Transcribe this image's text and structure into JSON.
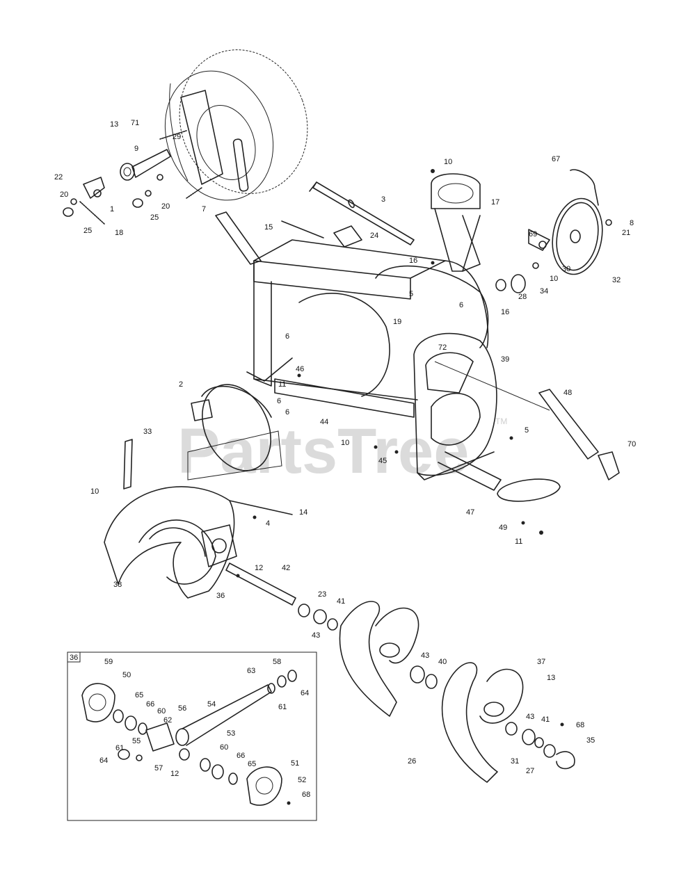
{
  "watermark": {
    "text": "PartsTree",
    "tm": "TM"
  },
  "inset": {
    "label": "36"
  },
  "callouts": [
    {
      "text": "13"
    },
    {
      "text": "71"
    },
    {
      "text": "9"
    },
    {
      "text": "29"
    },
    {
      "text": "22"
    },
    {
      "text": "20"
    },
    {
      "text": "1"
    },
    {
      "text": "18"
    },
    {
      "text": "25"
    },
    {
      "text": "20"
    },
    {
      "text": "25"
    },
    {
      "text": "7"
    },
    {
      "text": "10"
    },
    {
      "text": "3"
    },
    {
      "text": "17"
    },
    {
      "text": "67"
    },
    {
      "text": "8"
    },
    {
      "text": "21"
    },
    {
      "text": "15"
    },
    {
      "text": "24"
    },
    {
      "text": "16"
    },
    {
      "text": "69"
    },
    {
      "text": "30"
    },
    {
      "text": "10"
    },
    {
      "text": "34"
    },
    {
      "text": "28"
    },
    {
      "text": "16"
    },
    {
      "text": "32"
    },
    {
      "text": "5"
    },
    {
      "text": "19"
    },
    {
      "text": "6"
    },
    {
      "text": "6"
    },
    {
      "text": "72"
    },
    {
      "text": "39"
    },
    {
      "text": "46"
    },
    {
      "text": "11"
    },
    {
      "text": "2"
    },
    {
      "text": "6"
    },
    {
      "text": "6"
    },
    {
      "text": "48"
    },
    {
      "text": "44"
    },
    {
      "text": "5"
    },
    {
      "text": "70"
    },
    {
      "text": "33"
    },
    {
      "text": "10"
    },
    {
      "text": "45"
    },
    {
      "text": "10"
    },
    {
      "text": "14"
    },
    {
      "text": "47"
    },
    {
      "text": "49"
    },
    {
      "text": "11"
    },
    {
      "text": "4"
    },
    {
      "text": "12"
    },
    {
      "text": "42"
    },
    {
      "text": "38"
    },
    {
      "text": "36"
    },
    {
      "text": "23"
    },
    {
      "text": "41"
    },
    {
      "text": "43"
    },
    {
      "text": "59"
    },
    {
      "text": "50"
    },
    {
      "text": "58"
    },
    {
      "text": "63"
    },
    {
      "text": "64"
    },
    {
      "text": "61"
    },
    {
      "text": "65"
    },
    {
      "text": "66"
    },
    {
      "text": "60"
    },
    {
      "text": "56"
    },
    {
      "text": "54"
    },
    {
      "text": "62"
    },
    {
      "text": "53"
    },
    {
      "text": "55"
    },
    {
      "text": "61"
    },
    {
      "text": "60"
    },
    {
      "text": "66"
    },
    {
      "text": "65"
    },
    {
      "text": "51"
    },
    {
      "text": "64"
    },
    {
      "text": "57"
    },
    {
      "text": "12"
    },
    {
      "text": "52"
    },
    {
      "text": "68"
    },
    {
      "text": "43"
    },
    {
      "text": "40"
    },
    {
      "text": "37"
    },
    {
      "text": "13"
    },
    {
      "text": "43"
    },
    {
      "text": "41"
    },
    {
      "text": "68"
    },
    {
      "text": "35"
    },
    {
      "text": "26"
    },
    {
      "text": "31"
    },
    {
      "text": "27"
    }
  ]
}
